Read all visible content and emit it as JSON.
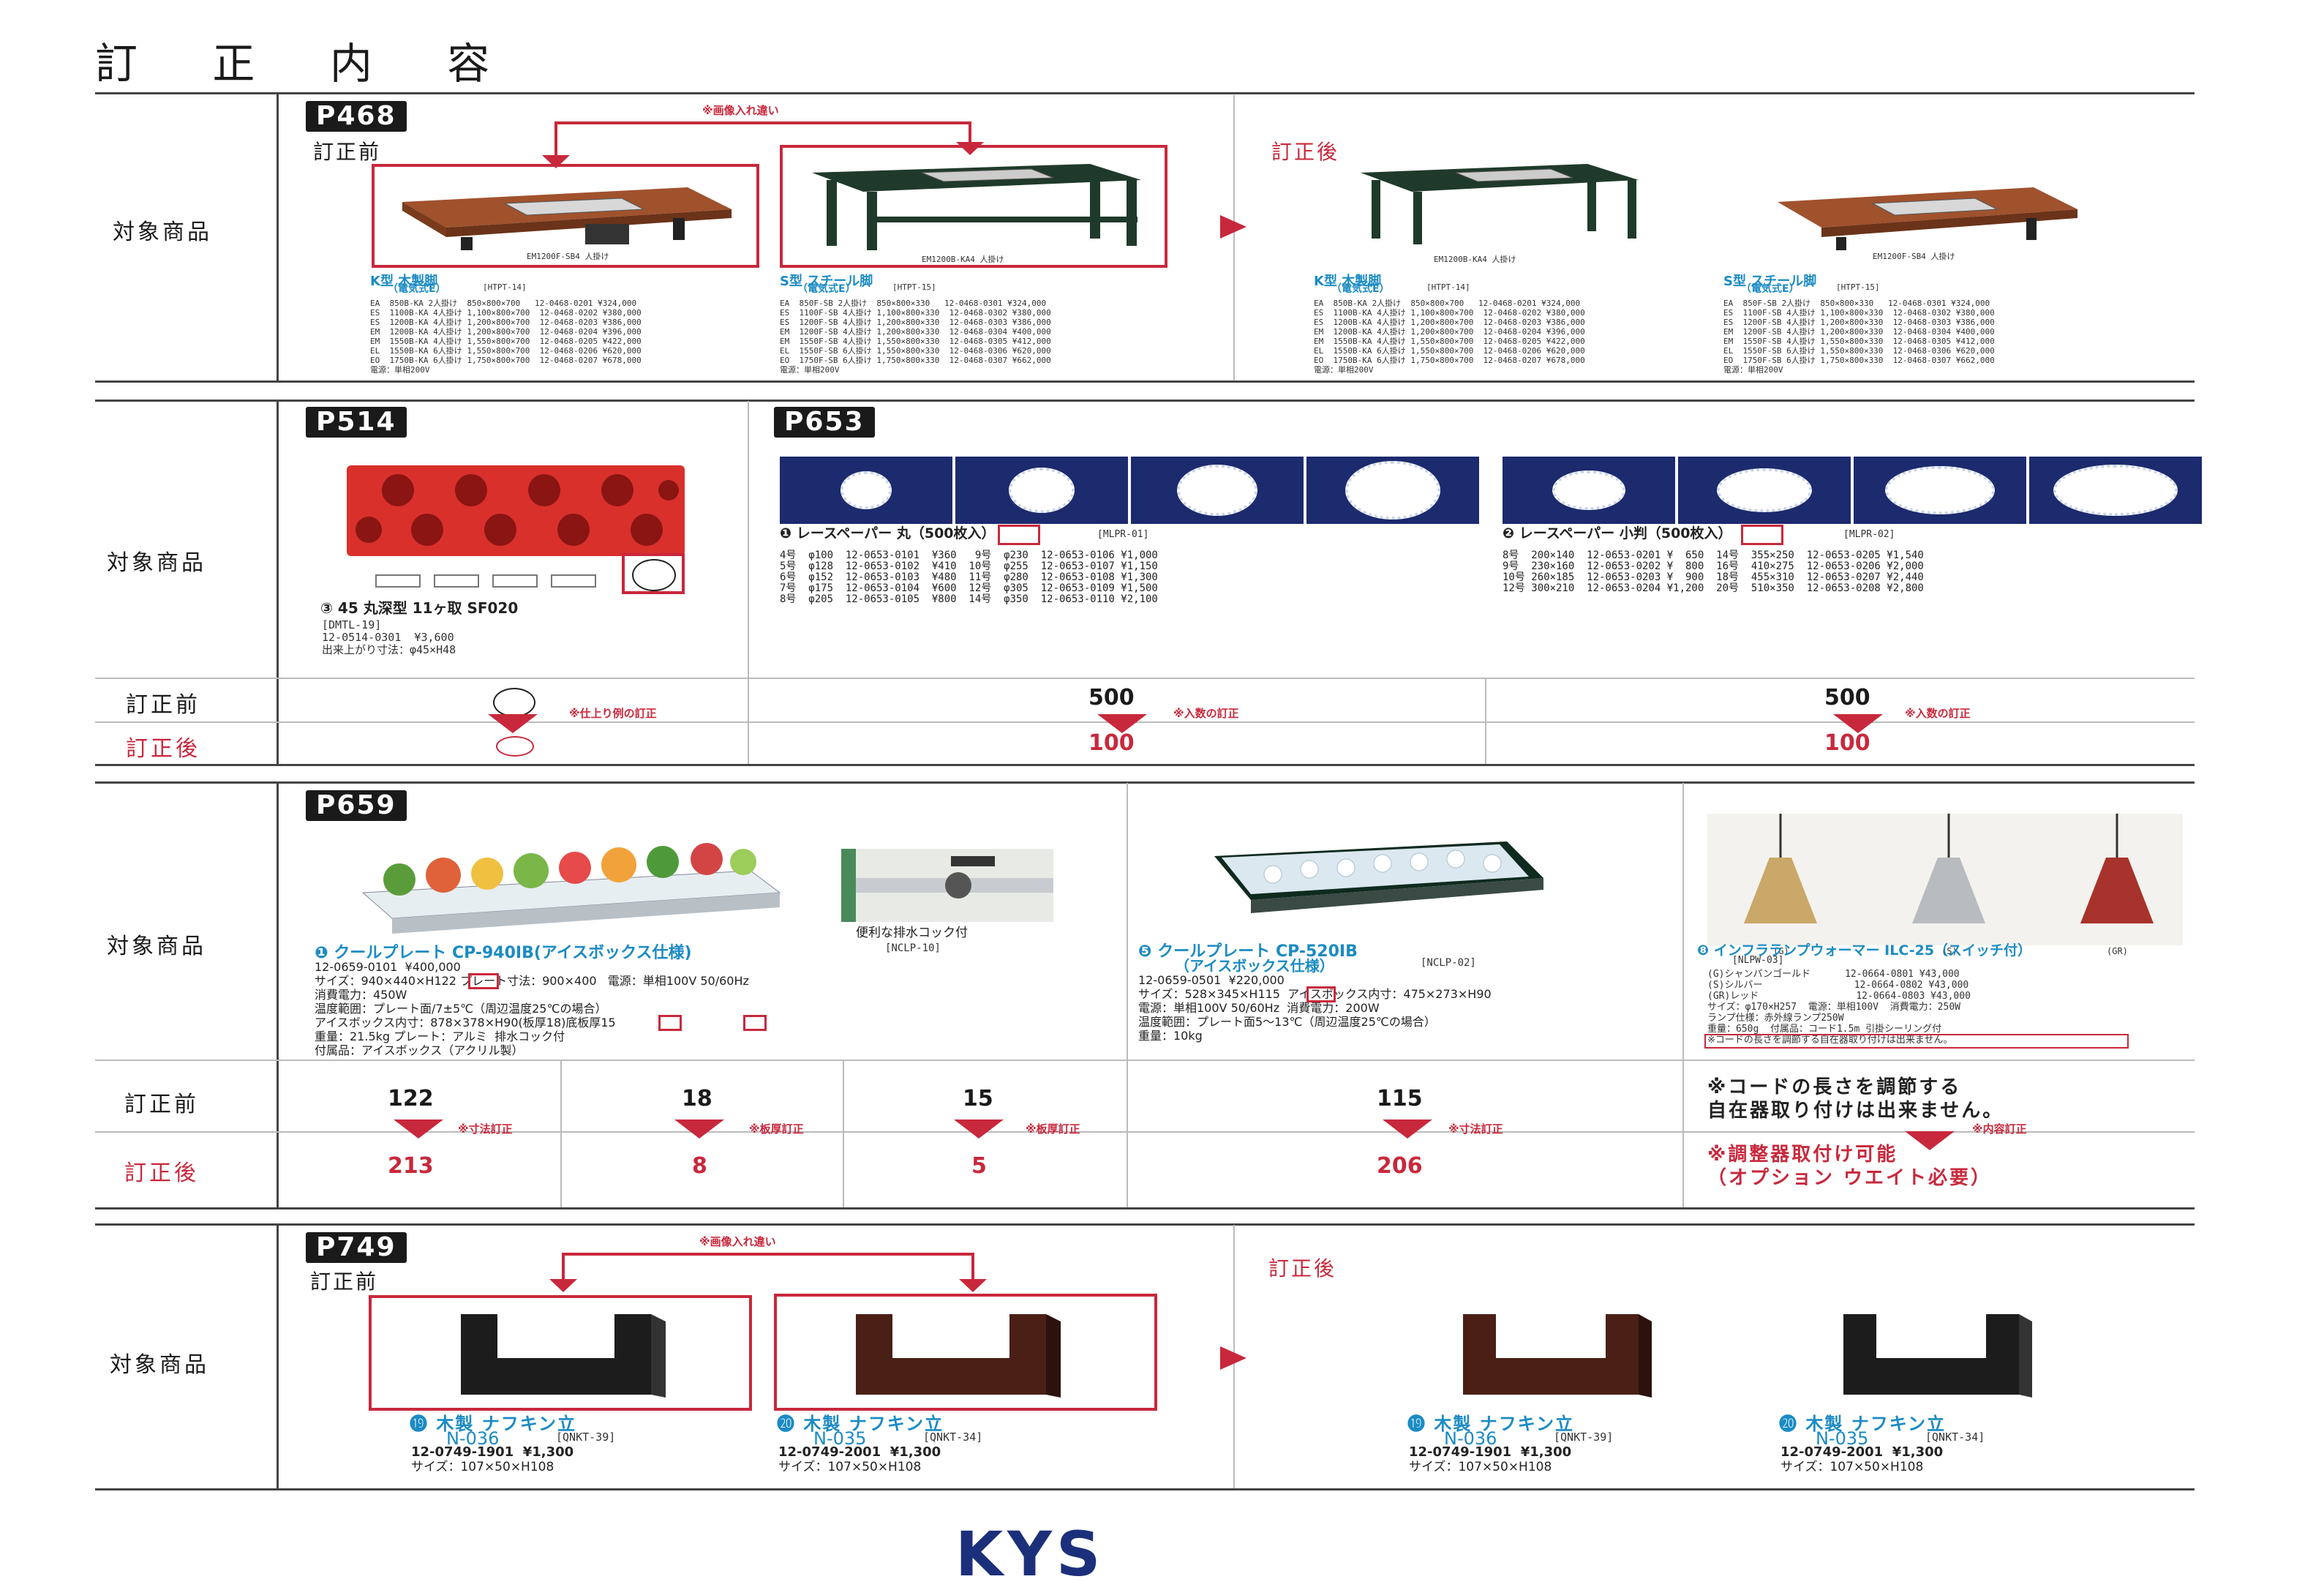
{
  "page_title": "訂 正 内 容",
  "labels": {
    "target": "対象商品",
    "before": "訂正前",
    "after": "訂正後"
  },
  "s1": {
    "page": "P468",
    "before": "訂正前",
    "after": "訂正後",
    "note": "※画像入れ違い",
    "cap_a": "EM1200F-SB4 人掛け",
    "cap_b": "EM1200B-KA4 人掛け",
    "prod_k": "K型 木製脚",
    "prod_k_sub": "（電気式E）",
    "prod_s": "S型 スチール脚",
    "prod_s_sub": "（電気式E）",
    "code_k": "[HTPT-14]",
    "code_s": "[HTPT-15]",
    "table_k": "EA  850B-KA 2人掛け  850×800×700   12-0468-0201 ¥324,000\nES  1100B-KA 4人掛け 1,100×800×700  12-0468-0202 ¥380,000\nES  1200B-KA 4人掛け 1,200×800×700  12-0468-0203 ¥386,000\nEM  1200B-KA 4人掛け 1,200×800×700  12-0468-0204 ¥396,000\nEM  1550B-KA 4人掛け 1,550×800×700  12-0468-0205 ¥422,000\nEL  1550B-KA 6人掛け 1,550×800×700  12-0468-0206 ¥620,000\nEO  1750B-KA 6人掛け 1,750×800×700  12-0468-0207 ¥678,000\n電源：単相200V",
    "table_s": "EA  850F-SB 2人掛け  850×800×330   12-0468-0301 ¥324,000\nES  1100F-SB 4人掛け 1,100×800×330  12-0468-0302 ¥380,000\nES  1200F-SB 4人掛け 1,200×800×330  12-0468-0303 ¥386,000\nEM  1200F-SB 4人掛け 1,200×800×330  12-0468-0304 ¥400,000\nEM  1550F-SB 4人掛け 1,550×800×330  12-0468-0305 ¥412,000\nEL  1550F-SB 6人掛け 1,550×800×330  12-0468-0306 ¥620,000\nEO  1750F-SB 6人掛け 1,750×800×330  12-0468-0307 ¥662,000\n電源：単相200V"
  },
  "s2": {
    "page_a": "P514",
    "page_b": "P653",
    "prod_a": "③ 45 丸深型 11ヶ取 SF020",
    "prod_a_info": "[DMTL-19]\n12-0514-0301  ¥3,600\n出来上がり寸法：φ45×H48",
    "prod_b1": "❶ レースペーパー 丸（500枚入）",
    "prod_b1_code": "[MLPR-01]",
    "prod_b2": "❷ レースペーパー 小判（500枚入）",
    "prod_b2_code": "[MLPR-02]",
    "table_b1": "4号  φ100  12-0653-0101  ¥360   9号  φ230  12-0653-0106 ¥1,000\n5号  φ128  12-0653-0102  ¥410  10号  φ255  12-0653-0107 ¥1,150\n6号  φ152  12-0653-0103  ¥480  11号  φ280  12-0653-0108 ¥1,300\n7号  φ175  12-0653-0104  ¥600  12号  φ305  12-0653-0109 ¥1,500\n8号  φ205  12-0653-0105  ¥800  14号  φ350  12-0653-0110 ¥2,100",
    "table_b2": "8号  200×140  12-0653-0201 ¥  650  14号  355×250  12-0653-0205 ¥1,540\n9号  230×160  12-0653-0202 ¥  800  16号  410×275  12-0653-0206 ¥2,000\n10号 260×185  12-0653-0203 ¥  900  18号  455×310  12-0653-0207 ¥2,440\n12号 300×210  12-0653-0204 ¥1,200  20号  510×350  12-0653-0208 ¥2,800",
    "note_a": "※仕上り例の訂正",
    "note_b": "※入数の訂正",
    "before_b": "500",
    "after_b": "100",
    "before_c": "500",
    "after_c": "100"
  },
  "s3": {
    "page": "P659",
    "prod1": "❶ クールプレート CP-940IB(アイスボックス仕様)",
    "prod1_code": "[NCLP-10]",
    "prod1_info": "12-0659-0101  ¥400,000\nサイズ：940×440×H122 プレート寸法：900×400   電源：単相100V 50/60Hz\n消費電力：450W\n温度範囲：プレート面/7±5℃（周辺温度25℃の場合）\nアイスボックス内寸：878×378×H90(板厚18)底板厚15\n重量：21.5kg プレート：アルミ  排水コック付\n付属品：アイスボックス（アクリル製）",
    "cock": "便利な排水コック付",
    "prod2": "❺ クールプレート CP-520IB",
    "prod2_sub": "（アイスボックス仕様）",
    "prod2_code": "[NCLP-02]",
    "prod2_info": "12-0659-0501  ¥220,000\nサイズ：528×345×H115  アイスボックス内寸：475×273×H90\n電源：単相100V 50/60Hz  消費電力：200W\n温度範囲：プレート面5～13℃（周辺温度25℃の場合）\n重量：10kg",
    "prod3": "❽ インフラランプウォーマー ILC-25（スイッチ付）",
    "prod3_code": "[NLPW-03]",
    "prod3_info": "(G)シャンパンゴールド      12-0664-0801 ¥43,000\n(S)シルバー                12-0664-0802 ¥43,000\n(GR)レッド                 12-0664-0803 ¥43,000\nサイズ：φ170×H257  電源：単相100V  消費電力：250W\nランプ仕様：赤外線ランプ250W\n重量：650g  付属品：コード1.5m 引掛シーリング付\n※コードの長さを調節する自在器取り付けは出来ません。",
    "lamp_labels": [
      "(G)",
      "(S)",
      "(GR)"
    ],
    "before": [
      "122",
      "18",
      "15",
      "115"
    ],
    "after": [
      "213",
      "8",
      "5",
      "206"
    ],
    "notes": [
      "※寸法訂正",
      "※板厚訂正",
      "※板厚訂正",
      "※寸法訂正",
      "※内容訂正"
    ],
    "before_text": "※コードの長さを調節する\n自在器取り付けは出来ません。",
    "after_text": "※調整器取付け可能\n（オプション ウエイト必要）"
  },
  "s4": {
    "page": "P749",
    "before": "訂正前",
    "after": "訂正後",
    "note": "※画像入れ違い",
    "p19": "⓳ 木製 ナフキン立",
    "p19_model": "N-036",
    "p19_code": "[QNKT-39]",
    "p19_price": "12-0749-1901  ¥1,300",
    "p20": "⓴ 木製 ナフキン立",
    "p20_model": "N-035",
    "p20_code": "[QNKT-34]",
    "p20_price": "12-0749-2001  ¥1,300",
    "size": "サイズ：107×50×H108"
  },
  "logo": "KYS",
  "colors": {
    "accent_red": "#c8283c",
    "navy": "#1c2a6e",
    "blue": "#1b8bc4"
  }
}
